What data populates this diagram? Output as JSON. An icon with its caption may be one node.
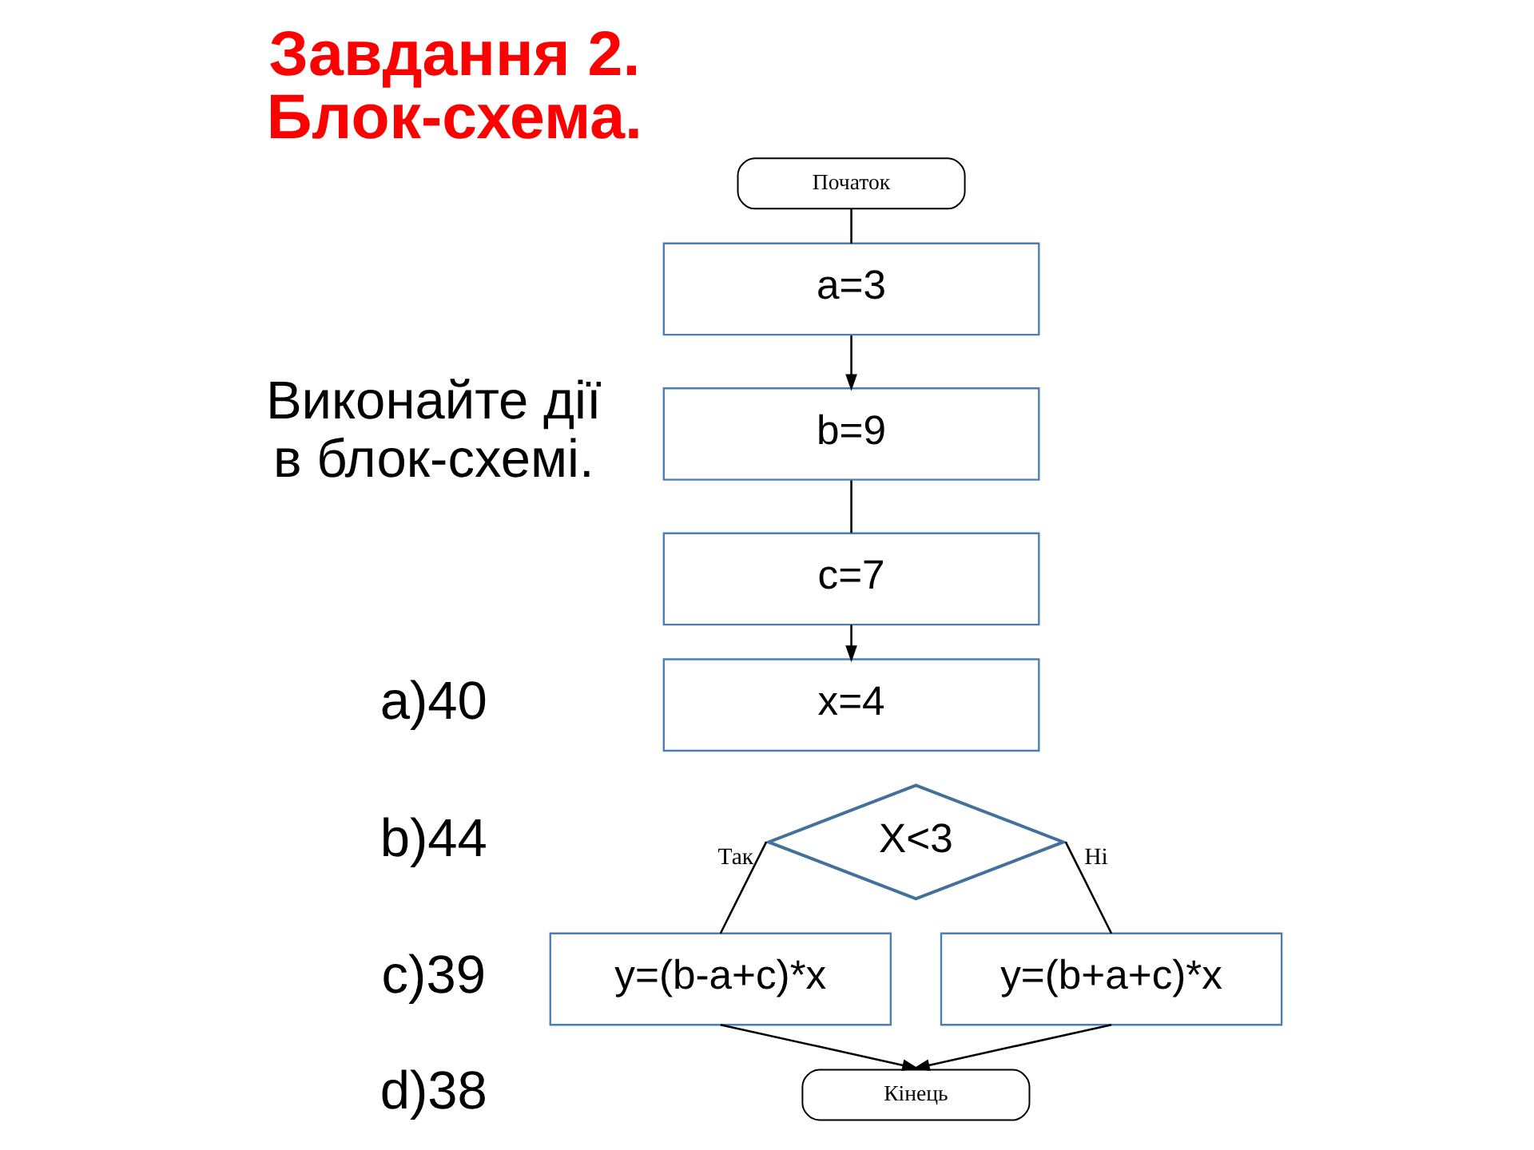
{
  "diagram": {
    "title": "Завдання 2. Блок-схема.",
    "nodes": [
      {
        "text": [
          "Початок"
        ]
      },
      {
        "text": [
          "a=3"
        ]
      },
      {
        "text": [
          "b=9"
        ]
      },
      {
        "text": [
          "c=7"
        ]
      },
      {
        "text": [
          "x=4"
        ]
      },
      {
        "text": [
          "X<3"
        ]
      },
      {
        "text": [
          "y=(b-a+c)*x"
        ]
      },
      {
        "text": [
          "y=(b+a+c)*x"
        ]
      },
      {
        "text": [
          "Кінець"
        ]
      }
    ],
    "edges": [
      {
        "from": 0,
        "to": 1,
        "arrow": "none"
      },
      {
        "from": 1,
        "to": 2,
        "arrow": "to"
      },
      {
        "from": 2,
        "to": 3,
        "arrow": "none"
      },
      {
        "from": 3,
        "to": 4,
        "arrow": "to"
      },
      {
        "from": 5,
        "to": 6,
        "arrow": "none",
        "label": "Так"
      },
      {
        "from": 5,
        "to": 7,
        "arrow": "none",
        "label": "Ні"
      },
      {
        "from": 6,
        "to": 8,
        "arrow": "to"
      },
      {
        "from": 7,
        "to": 8,
        "arrow": "to"
      }
    ],
    "labels": [
      "Виконайте дії в блок-схемі.",
      "a)40",
      "b)44",
      "c)39",
      "d)38"
    ]
  }
}
